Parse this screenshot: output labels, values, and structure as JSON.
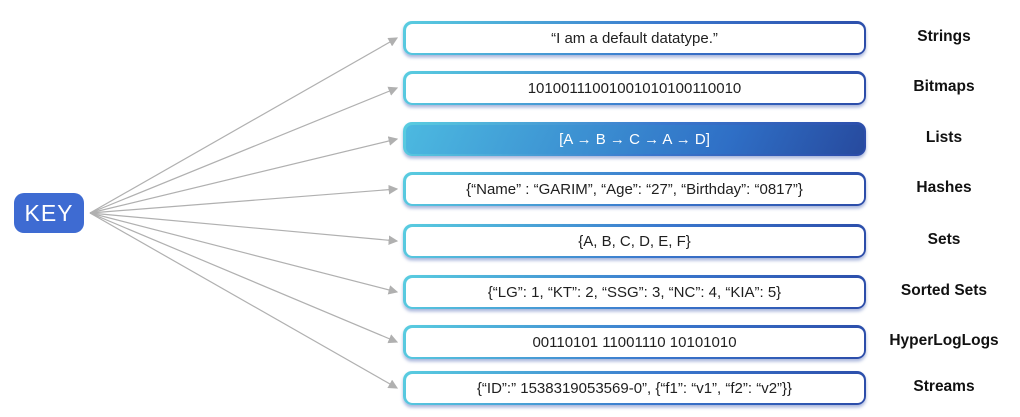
{
  "diagram": {
    "title_semantic": "Redis key to data-type mapping",
    "key_label": "KEY",
    "rows": [
      {
        "value": "“I am a default datatype.”",
        "label": "Strings",
        "variant": "outline"
      },
      {
        "value": "10100111001001010100110010",
        "label": "Bitmaps",
        "variant": "outline"
      },
      {
        "value": "[A → B → C → A → D]",
        "label": "Lists",
        "variant": "filled"
      },
      {
        "value": "{“Name” : “GARIM”, “Age”: “27”, “Birthday”: “0817”}",
        "label": "Hashes",
        "variant": "outline"
      },
      {
        "value": "{A, B, C, D, E, F}",
        "label": "Sets",
        "variant": "outline"
      },
      {
        "value": "{“LG”: 1, “KT”: 2, “SSG”: 3, “NC”: 4, “KIA”: 5}",
        "label": "Sorted Sets",
        "variant": "outline"
      },
      {
        "value": "00110101 11001110 10101010",
        "label": "HyperLogLogs",
        "variant": "outline"
      },
      {
        "value": "{“ID”:” 1538319053569-0”, {“f1”: “v1”, “f2”: “v2”}}",
        "label": "Streams",
        "variant": "outline"
      }
    ],
    "colors": {
      "key_box": "#3e6bd2",
      "border_gradient_start": "#59cde0",
      "border_gradient_mid": "#3a77cd",
      "border_gradient_end": "#2b4ba8",
      "filled_gradient_start": "#4cb9e0",
      "filled_gradient_end": "#274a9e",
      "arrow": "#b0b0b0",
      "text": "#1f1f1f"
    }
  }
}
